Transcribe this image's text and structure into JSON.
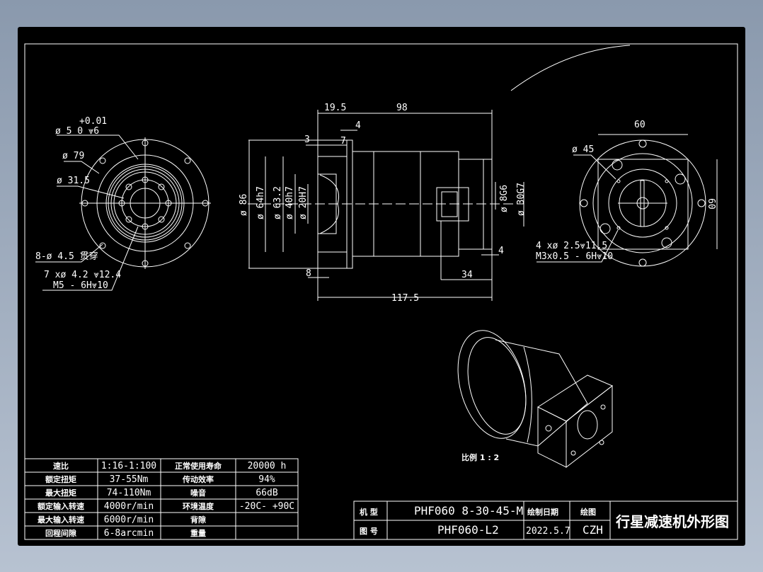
{
  "colors": {
    "background": "#000000",
    "lines": "#ffffff",
    "window": "#8a99ad"
  },
  "front_view": {
    "dims": [
      "+0.01",
      "ø 5  0  ⩔6",
      "ø 79",
      "ø 31.5",
      "8-ø 4.5 贯穿",
      "7 xø  4.2 ⩔12.4",
      "M5 - 6H⩔10"
    ]
  },
  "side_view": {
    "dims": {
      "d1": "19.5",
      "d2": "98",
      "d3": "4",
      "d4": "7",
      "d5": "3",
      "d6": "ø 86",
      "d7": "ø 64h7",
      "d8": "ø 63.2",
      "d9": "ø 40h7",
      "d10": "ø 20H7",
      "d11": "8",
      "d12": "117.5",
      "d13": "34",
      "d14": "4",
      "d15": "ø 8G6",
      "d16": "ø 30G7"
    }
  },
  "rear_view": {
    "dims": {
      "w": "60",
      "h": "60",
      "d": "ø 45",
      "holes1": "4 xø  2.5⩔11.5",
      "holes2": "M3x0.5 - 6H⩔10"
    }
  },
  "scale_label": "比例 1 : 2",
  "spec_table": {
    "rows": [
      [
        "速比",
        "1:16-1:100",
        "正常使用寿命",
        "20000 h"
      ],
      [
        "额定扭矩",
        "37-55Nm",
        "传动效率",
        "94%"
      ],
      [
        "最大扭矩",
        "74-110Nm",
        "噪音",
        "66dB"
      ],
      [
        "额定输入转速",
        "4000r/min",
        "环境温度",
        "-20C- +90C"
      ],
      [
        "最大输入转速",
        "6000r/min",
        "背隙",
        ""
      ],
      [
        "回程间隙",
        "6-8arcmin",
        "重量",
        ""
      ]
    ]
  },
  "title_block": {
    "model_label": "机 型",
    "model": "PHF060 8-30-45-M",
    "drawing_no_label": "图 号",
    "drawing_no": "PHF060-L2",
    "date_label": "绘制日期",
    "date": "2022.5.7",
    "drawer_label": "绘图",
    "drawer": "CZH",
    "title": "行星减速机外形图"
  }
}
